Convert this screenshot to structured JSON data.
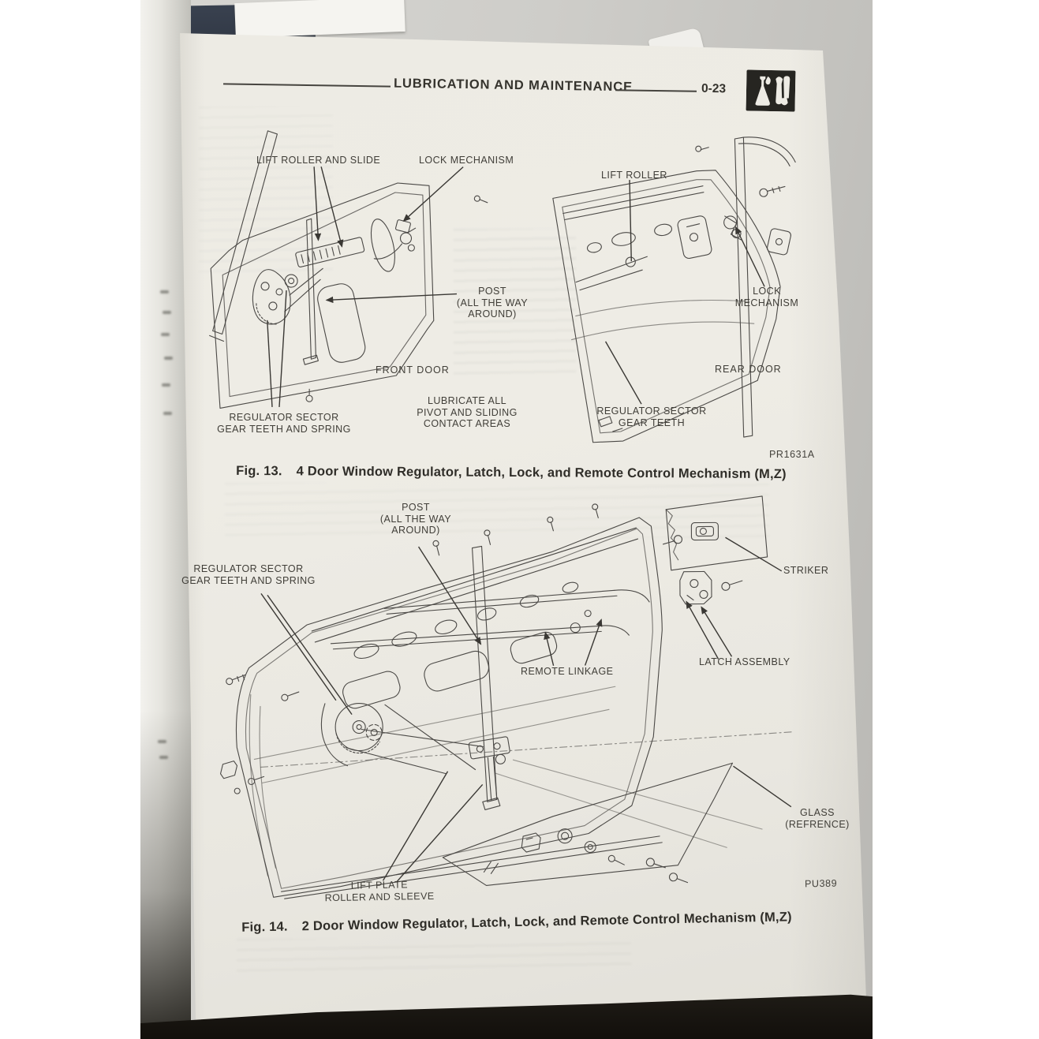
{
  "header": {
    "title": "LUBRICATION AND MAINTENANCE",
    "page_number": "0-23",
    "logo_icon": "oil-can-and-wrench-icon"
  },
  "fig13": {
    "labels": {
      "lift_roller_slide": "LIFT ROLLER AND SLIDE",
      "lock_mechanism_front": "LOCK MECHANISM",
      "lift_roller": "LIFT ROLLER",
      "post": [
        "POST",
        "(ALL THE WAY",
        "AROUND)"
      ],
      "lock_mechanism_rear": [
        "LOCK",
        "MECHANISM"
      ],
      "front_door": "FRONT DOOR",
      "rear_door": "REAR DOOR",
      "regulator_sector_front": [
        "REGULATOR SECTOR",
        "GEAR TEETH AND SPRING"
      ],
      "lubricate": [
        "LUBRICATE ALL",
        "PIVOT AND SLIDING",
        "CONTACT AREAS"
      ],
      "regulator_sector_rear": [
        "REGULATOR SECTOR",
        "GEAR TEETH"
      ]
    },
    "code": "PR1631A",
    "caption_fig": "Fig. 13.",
    "caption_text": "4 Door Window Regulator, Latch, Lock, and Remote Control Mechanism (M,Z)"
  },
  "fig14": {
    "labels": {
      "post": [
        "POST",
        "(ALL THE WAY",
        "AROUND)"
      ],
      "regulator_sector": [
        "REGULATOR SECTOR",
        "GEAR TEETH AND SPRING"
      ],
      "striker": "STRIKER",
      "latch_assembly": "LATCH ASSEMBLY",
      "remote_linkage": "REMOTE LINKAGE",
      "glass": [
        "GLASS",
        "(REFRENCE)"
      ],
      "lift_plate": [
        "LIFT PLATE",
        "ROLLER AND SLEEVE"
      ]
    },
    "code": "PU389",
    "caption_fig": "Fig. 14.",
    "caption_text": "2 Door Window Regulator, Latch, Lock, and Remote Control Mechanism (M,Z)"
  },
  "colors": {
    "page": "#edebe4",
    "backdrop": "#cac9c5",
    "ink": "#4b4946",
    "dark_band": "#17140f",
    "navy_object": "#333b49"
  }
}
